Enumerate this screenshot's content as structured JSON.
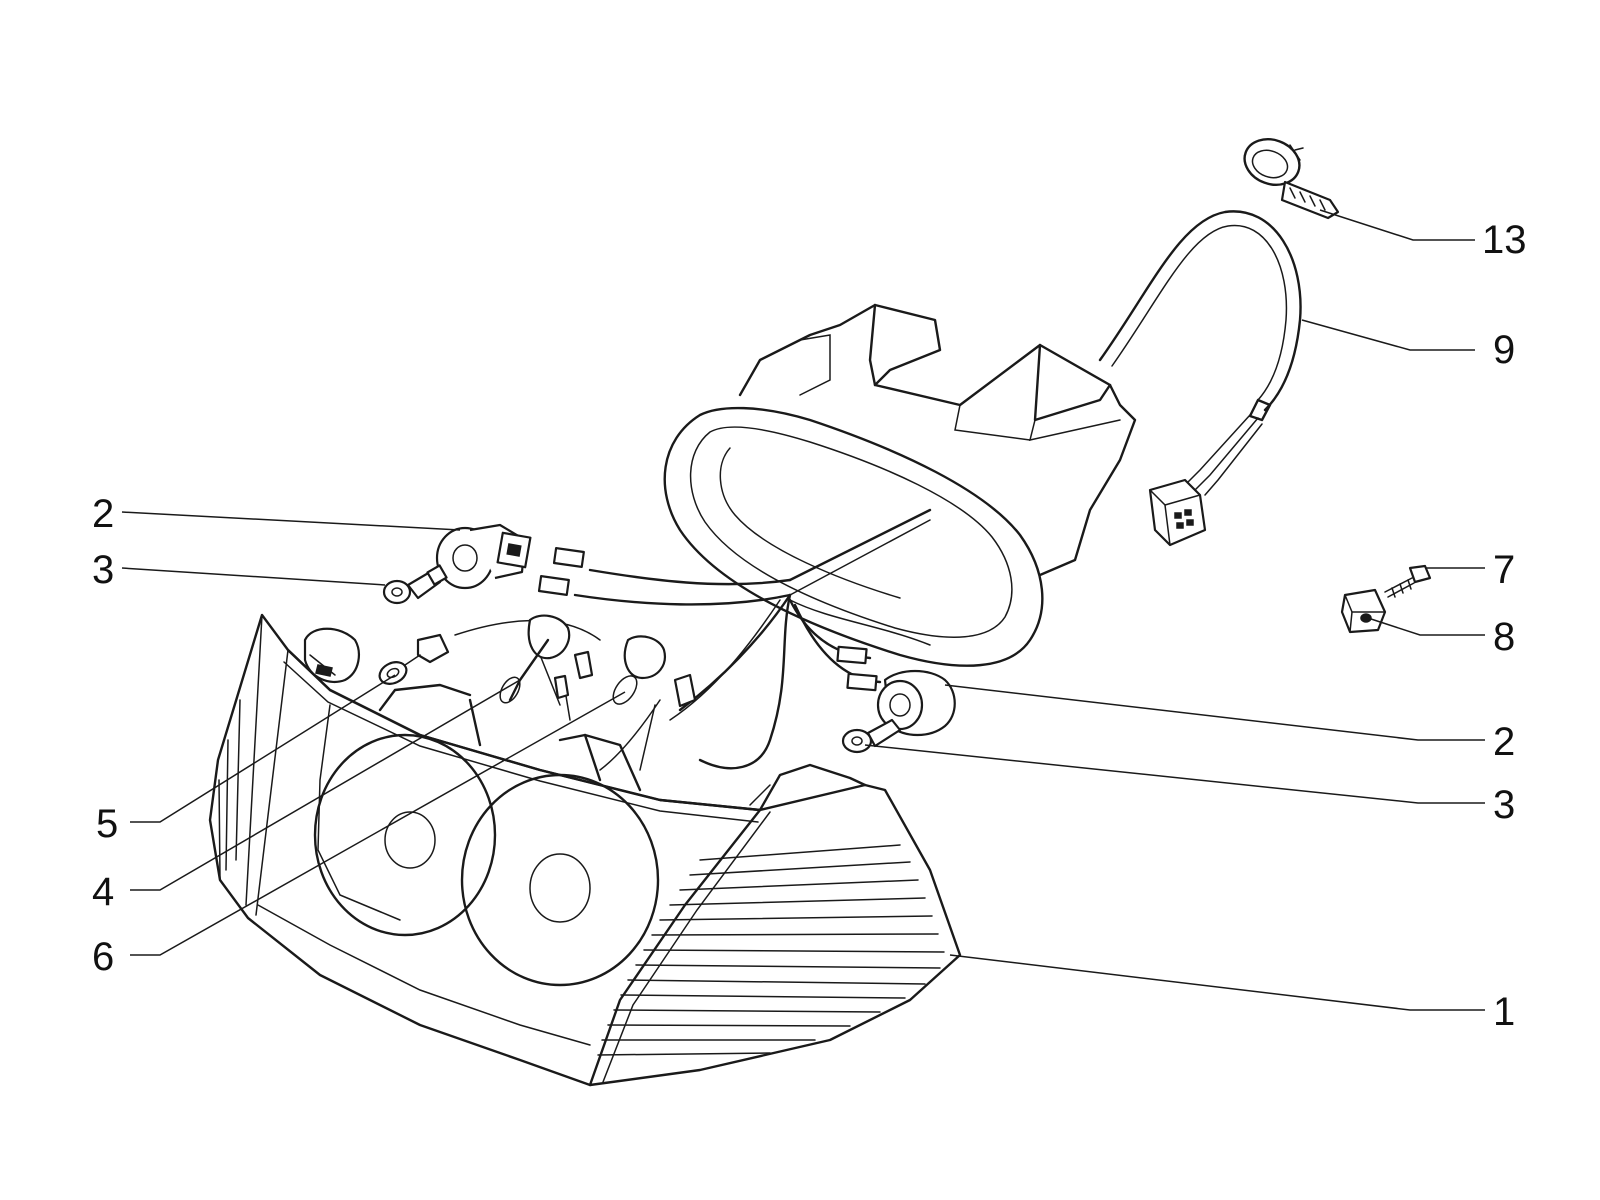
{
  "callouts": [
    {
      "id": "c13",
      "text": "13"
    },
    {
      "id": "c9",
      "text": "9"
    },
    {
      "id": "c2a",
      "text": "2"
    },
    {
      "id": "c3a",
      "text": "3"
    },
    {
      "id": "c7",
      "text": "7"
    },
    {
      "id": "c8",
      "text": "8"
    },
    {
      "id": "c2b",
      "text": "2"
    },
    {
      "id": "c3b",
      "text": "3"
    },
    {
      "id": "c5",
      "text": "5"
    },
    {
      "id": "c4",
      "text": "4"
    },
    {
      "id": "c6",
      "text": "6"
    },
    {
      "id": "c1",
      "text": "1"
    }
  ],
  "colors": {
    "line": "#1a1a1a",
    "background": "#ffffff"
  }
}
